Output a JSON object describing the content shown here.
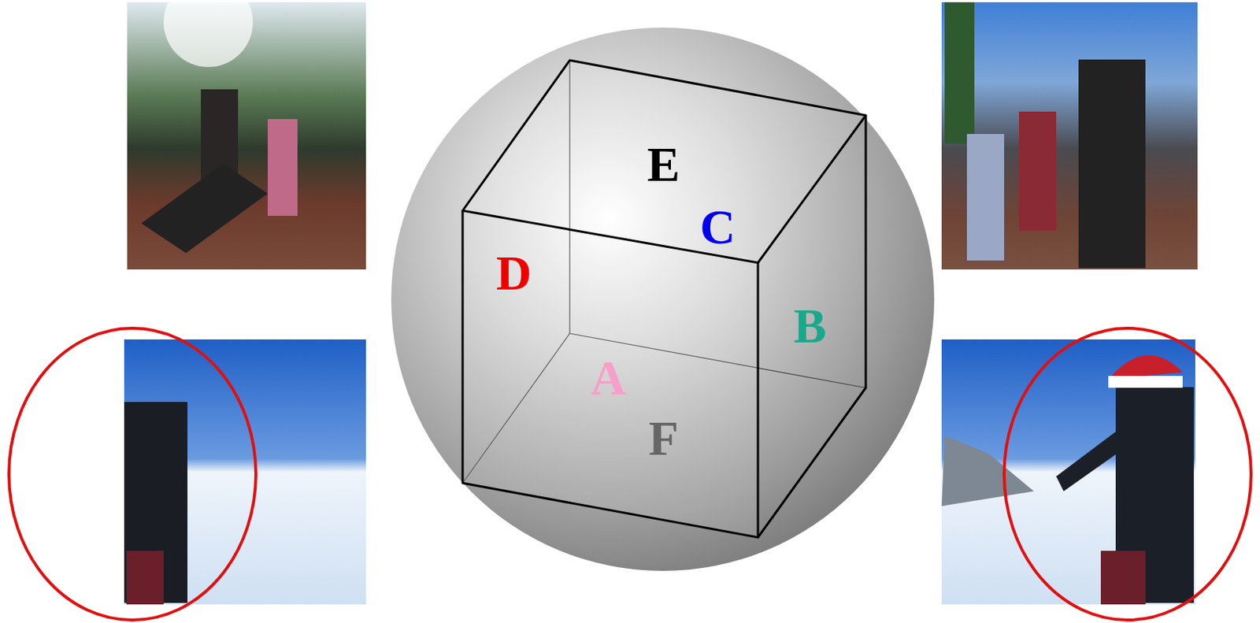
{
  "diagram": {
    "labels": [
      "E",
      "C",
      "D",
      "B",
      "A",
      "F"
    ]
  }
}
